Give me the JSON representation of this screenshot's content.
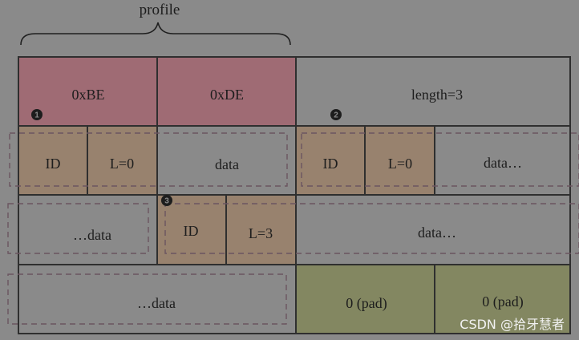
{
  "diagram": {
    "title": "profile",
    "header_row": {
      "cell_a": "0xBE",
      "cell_b": "0xDE",
      "cell_c": "length=3"
    },
    "row2": {
      "id1": "ID",
      "l1": "L=0",
      "data1": "data",
      "id2": "ID",
      "l2": "L=0",
      "data2": "data…"
    },
    "row3": {
      "data_cont": "…data",
      "id3": "ID",
      "l3": "L=3",
      "data3": "data…"
    },
    "row4": {
      "data_cont": "…data",
      "pad1": "0 (pad)",
      "pad2": "0 (pad)"
    },
    "markers": [
      "1",
      "2",
      "3"
    ]
  },
  "watermark": "CSDN @拾牙慧者",
  "colors": {
    "background": "#8a8a8a",
    "header_fill": "#9f6b74",
    "element_fill": "#98826e",
    "pad_fill": "#838761",
    "line": "#2f2f2f",
    "dash": "#6b5560"
  }
}
